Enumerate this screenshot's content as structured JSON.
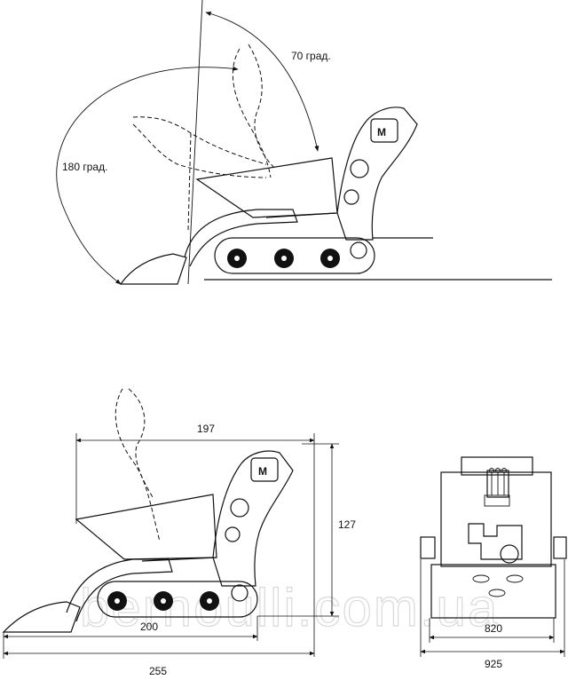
{
  "top_view": {
    "angle_70_label": "70 град.",
    "angle_180_label": "180 град."
  },
  "side_view": {
    "length_197": "197",
    "height_127": "127",
    "length_200": "200",
    "length_255": "255"
  },
  "front_view": {
    "width_820": "820",
    "width_925": "925"
  },
  "logo": {
    "letter": "M"
  },
  "watermark": "bernoulli.com.ua"
}
